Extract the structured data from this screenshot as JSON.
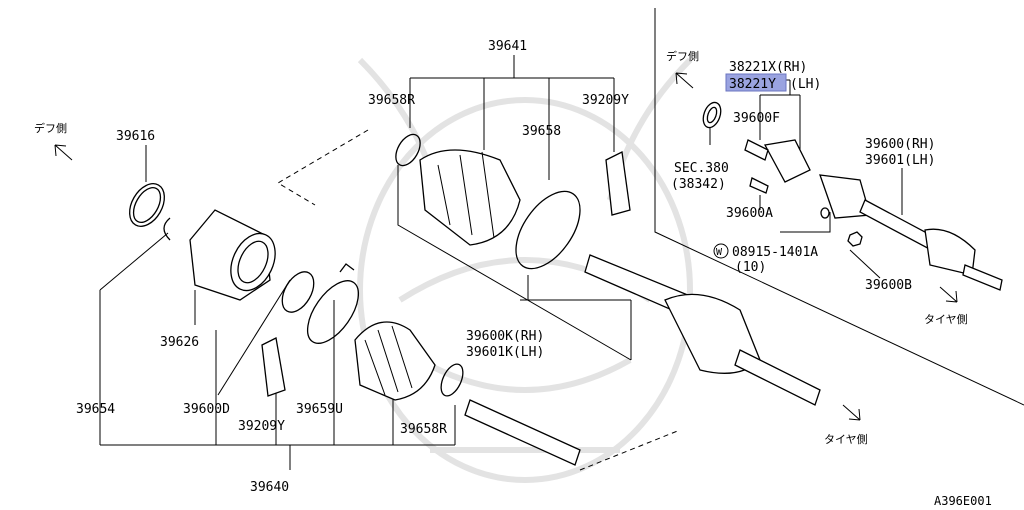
{
  "diagram": {
    "watermark_icon": "samurai-helmet-watermark",
    "highlight_color": "#9aa3e0",
    "doc_code": "A396E001",
    "directions": {
      "diff_left": "デフ側",
      "diff_right": "デフ側",
      "tire_center": "タイヤ側",
      "tire_right": "タイヤ側"
    },
    "labels": {
      "p39641": "39641",
      "p39658R_top": "39658R",
      "p39209Y_top": "39209Y",
      "p39658": "39658",
      "p39616": "39616",
      "p39626": "39626",
      "p39654": "39654",
      "p39600D": "39600D",
      "p39209Y_bot": "39209Y",
      "p39659U": "39659U",
      "p39658R_bot": "39658R",
      "p39640": "39640",
      "p39600K": "39600K(RH)",
      "p39601K": "39601K(LH)",
      "p38221X": "38221X(RH)",
      "p38221Y_num": "38221Y",
      "p38221Y_suffix": "(LH)",
      "p39600F": "39600F",
      "sec380": "SEC.380",
      "p38342": "(38342)",
      "p39600A": "39600A",
      "p39600_rh": "39600(RH)",
      "p39601_lh": "39601(LH)",
      "washer_code": "08915-1401A",
      "washer_prefix": "W",
      "washer_qty": "(10)",
      "p39600B": "39600B"
    }
  }
}
